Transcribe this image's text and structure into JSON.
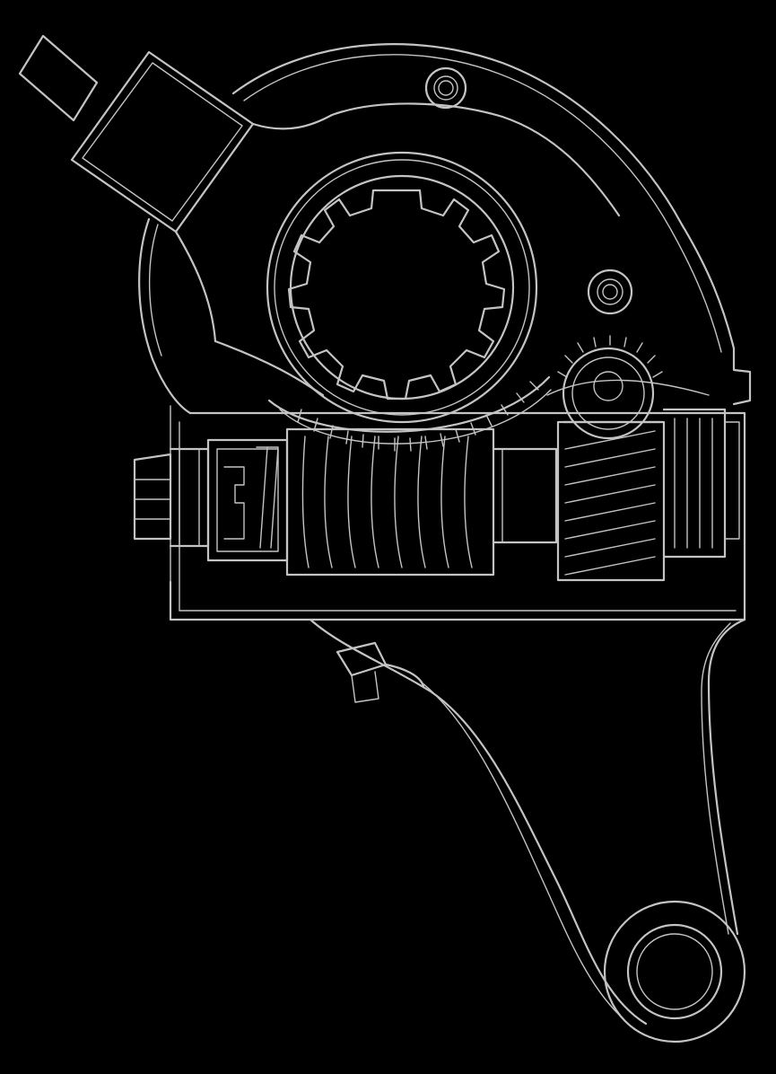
{
  "illustration": {
    "background_color": "#000000",
    "line_color": "#c4c4c4",
    "components": [
      "housing",
      "control-arm",
      "splined-gear",
      "worm-gear",
      "worm-shaft",
      "bevel-gear",
      "clutch-spring",
      "hex-bolt",
      "grease-fitting",
      "lever-arm",
      "clevis-eye"
    ]
  }
}
